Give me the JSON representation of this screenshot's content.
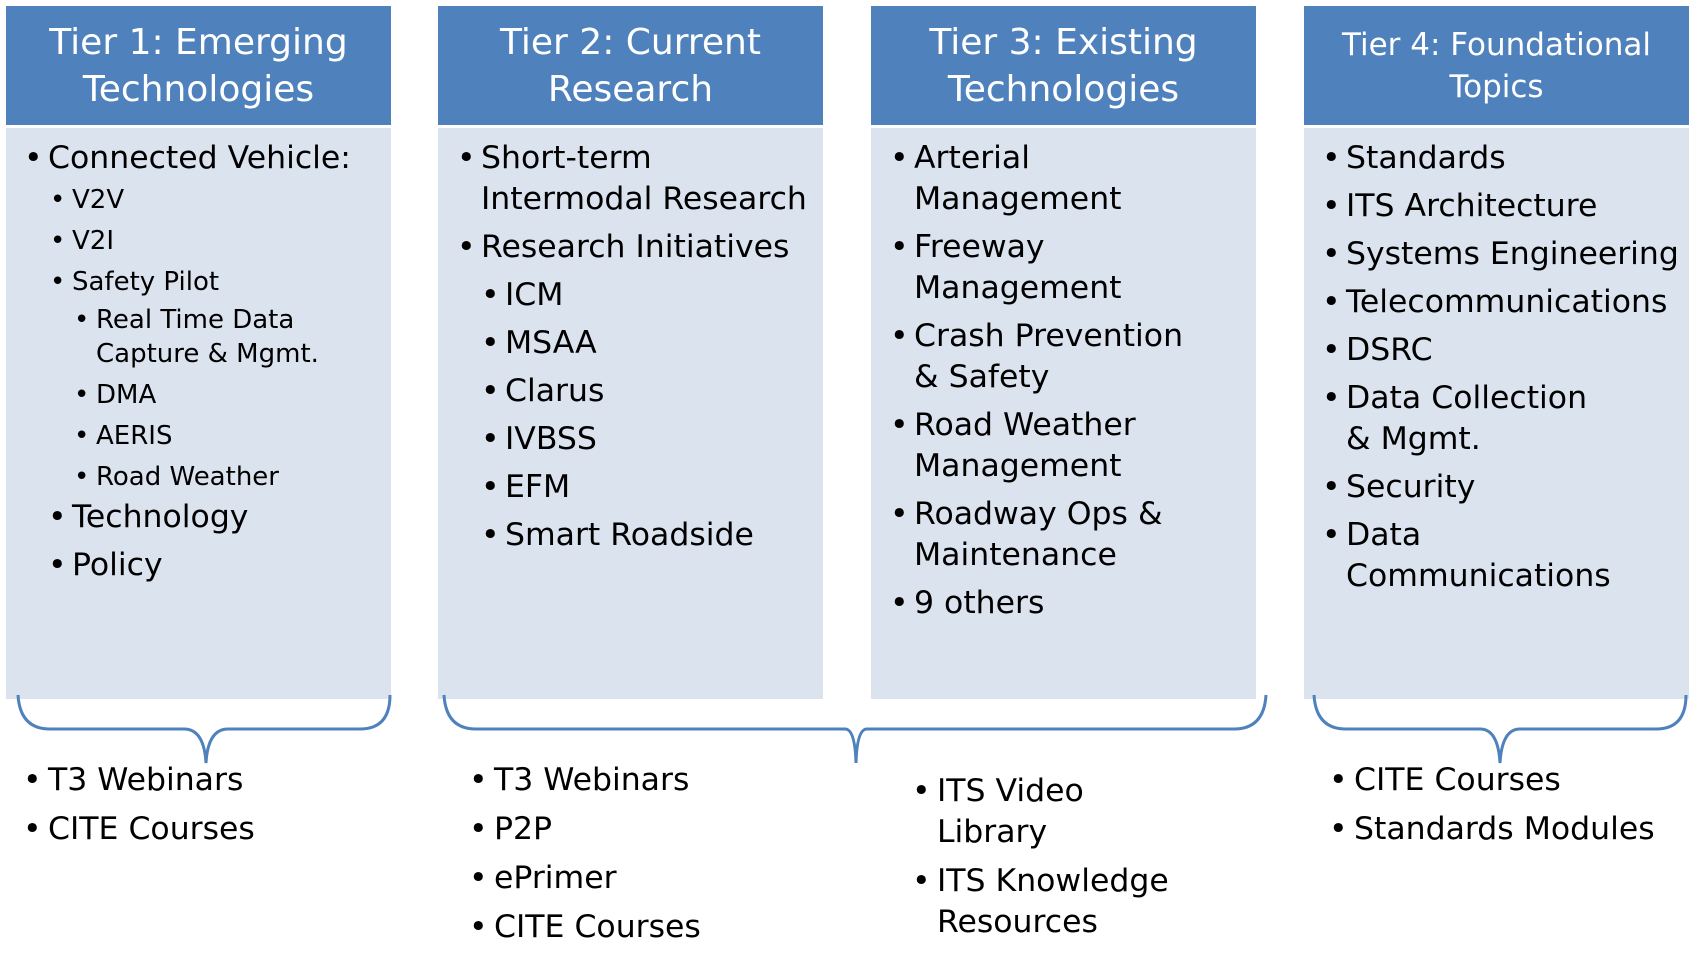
{
  "tiers": [
    {
      "title": "Tier 1: Emerging Technologies",
      "items": [
        "Connected Vehicle:",
        "V2V",
        "V2I",
        "Safety Pilot",
        "Real Time Data Capture & Mgmt.",
        "DMA",
        "AERIS",
        "Road Weather",
        "Technology",
        "Policy"
      ]
    },
    {
      "title": "Tier 2: Current Research",
      "items": [
        "Short-term Intermodal Research",
        "Research Initiatives",
        "ICM",
        "MSAA",
        "Clarus",
        "IVBSS",
        "EFM",
        "Smart Roadside"
      ]
    },
    {
      "title": "Tier 3: Existing Technologies",
      "items": [
        "Arterial Management",
        "Freeway Management",
        "Crash Prevention & Safety",
        "Road Weather Management",
        "Roadway Ops & Maintenance",
        "9 others"
      ]
    },
    {
      "title": "Tier 4: Foundational Topics",
      "items": [
        "Standards",
        "ITS Architecture",
        "Systems Engineering",
        "Telecommunications",
        "DSRC",
        "Data Collection & Mgmt.",
        "Security",
        "Data Communications"
      ]
    }
  ],
  "resources": {
    "tier1": [
      "T3 Webinars",
      "CITE Courses"
    ],
    "tier23_a": [
      "T3 Webinars",
      "P2P",
      "ePrimer",
      "CITE Courses"
    ],
    "tier23_b": [
      "ITS Video Library",
      "ITS Knowledge Resources"
    ],
    "tier4": [
      "CITE Courses",
      "Standards Modules"
    ]
  },
  "colors": {
    "header": "#4f81bd",
    "body": "#dbe3ef",
    "bracket": "#4f81bd"
  }
}
